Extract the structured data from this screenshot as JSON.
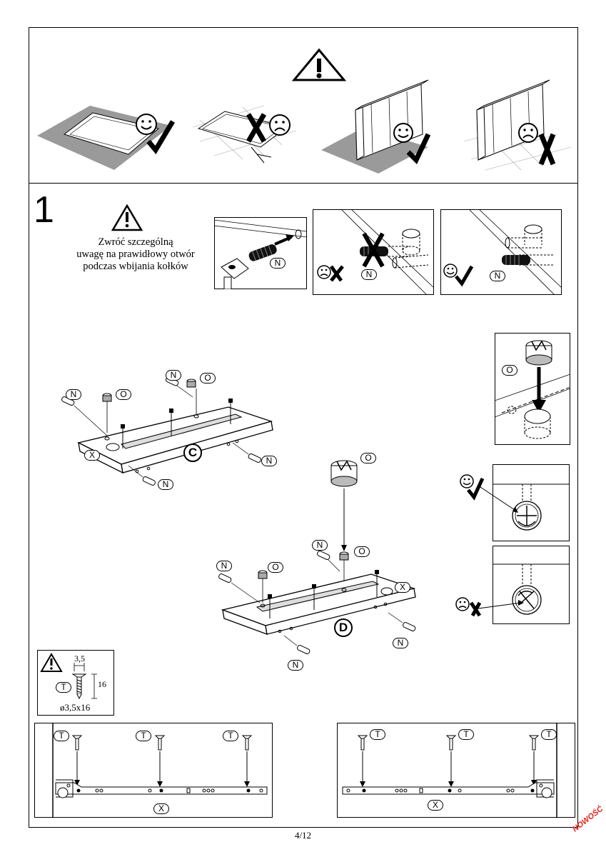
{
  "step": {
    "number": "1"
  },
  "warning": {
    "lines": [
      "Zwróć szczególną",
      "uwagę na prawidłowy otwór",
      "podczas wbijania kołków"
    ]
  },
  "parts": {
    "N": "N",
    "O": "O",
    "X": "X",
    "T": "T",
    "C": "C",
    "D": "D"
  },
  "screw_spec": {
    "width": "3,5",
    "length": "16",
    "size": "ø3,5x16"
  },
  "footer": {
    "page": "4/12",
    "badge": "NOWOŚĆ"
  },
  "colors": {
    "badge": "#e0201c",
    "line": "#000000"
  }
}
